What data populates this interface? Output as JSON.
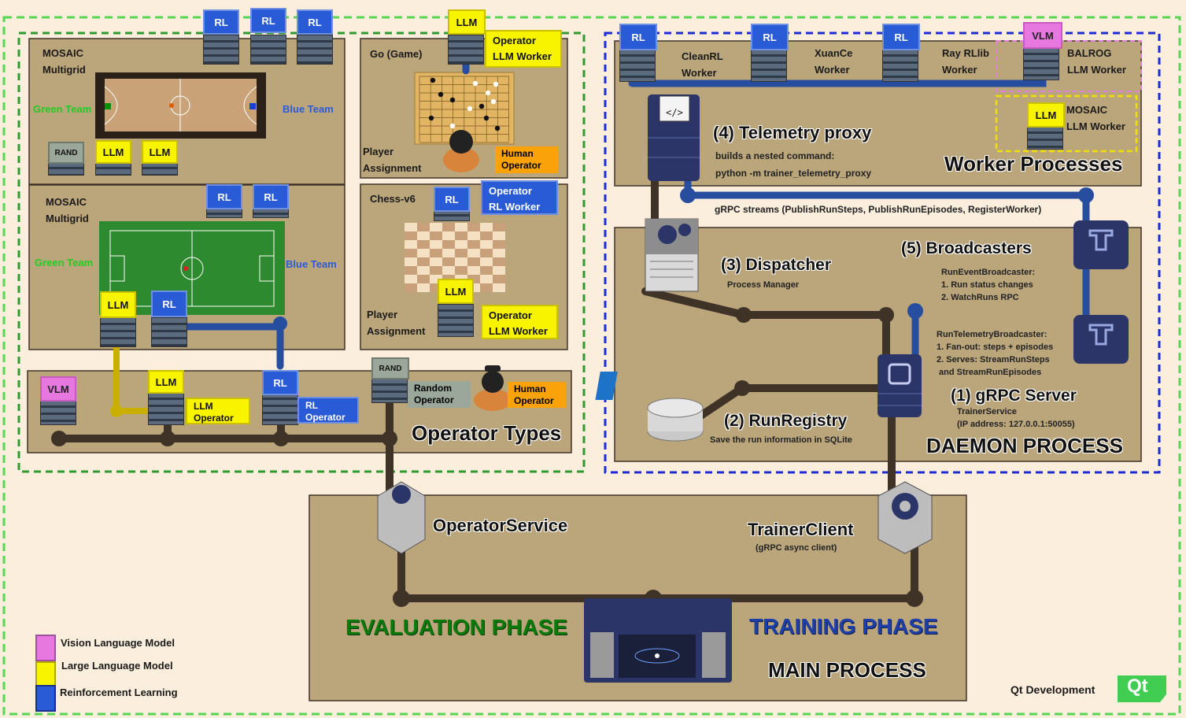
{
  "colors": {
    "background": "#fbeedd",
    "panel": "#bba67c",
    "rl": "#2a5bd7",
    "llm": "#f8f400",
    "vlm": "#e678e0",
    "orange": "#f9a20a",
    "pipe_dark": "#3f3328",
    "pipe_blue": "#274e9e",
    "green_border": "#3fbf3f",
    "blue_border": "#1e2bd4"
  },
  "mosaic1": {
    "title1": "MOSAIC",
    "title2": "Multigrid",
    "green_team": "Green Team",
    "blue_team": "Blue Team",
    "rand": "RAND",
    "llm": "LLM",
    "rl": "RL"
  },
  "mosaic2": {
    "title1": "MOSAIC",
    "title2": "Multigrid",
    "green_team": "Green Team",
    "blue_team": "Blue Team"
  },
  "go": {
    "title": "Go (Game)",
    "op1": "Operator",
    "op2": "LLM Worker",
    "player1": "Player",
    "player2": "Assignment",
    "human1": "Human",
    "human2": "Operator"
  },
  "chess": {
    "title": "Chess-v6",
    "op1": "Operator",
    "op2": "RL Worker",
    "player1": "Player",
    "player2": "Assignment",
    "op3": "Operator",
    "op4": "LLM Worker"
  },
  "operators": {
    "title": "Operator Types",
    "vlm": "VLM",
    "llm": "LLM",
    "rl": "RL",
    "rand": "RAND",
    "llm_op1": "LLM",
    "llm_op2": "Operator",
    "rl_op1": "RL",
    "rl_op2": "Operator",
    "rand1": "Random",
    "rand2": "Operator",
    "human1": "Human",
    "human2": "Operator"
  },
  "workers": {
    "title": "Worker Processes",
    "cleanrl1": "CleanRL",
    "cleanrl2": "Worker",
    "xuance1": "XuanCe",
    "xuance2": "Worker",
    "ray1": "Ray RLlib",
    "ray2": "Worker",
    "balrog1": "BALROG",
    "balrog2": "LLM Worker",
    "mosaic1": "MOSAIC",
    "mosaic2": "LLM Worker",
    "telemetry": "(4) Telemetry proxy",
    "telemetry_sub1": "builds a nested command:",
    "telemetry_sub2": "python -m trainer_telemetry_proxy",
    "grpc_streams": "gRPC streams  (PublishRunSteps, PublishRunEpisodes, RegisterWorker)"
  },
  "daemon": {
    "title": "DAEMON PROCESS",
    "dispatcher": "(3) Dispatcher",
    "dispatcher_sub": "Process Manager",
    "broadcasters": "(5)  Broadcasters",
    "run_event": "RunEventBroadcaster:",
    "run_event_1": "1. Run status changes",
    "run_event_2": "2. WatchRuns RPC",
    "run_tel": "RunTelemetryBroadcaster:",
    "run_tel_1": "1. Fan-out: steps + episodes",
    "run_tel_2": "2. Serves: StreamRunSteps",
    "run_tel_3": "and StreamRunEpisodes",
    "grpc_server": "(1)  gRPC Server",
    "grpc_sub1": "TrainerService",
    "grpc_sub2": "(IP address: 127.0.0.1:50055)",
    "registry": "(2)   RunRegistry",
    "registry_sub": "Save the run information in SQLite"
  },
  "main": {
    "operator_service": "OperatorService",
    "trainer_client": "TrainerClient",
    "trainer_client_sub": "(gRPC async client)",
    "evaluation": "EVALUATION PHASE",
    "training": "TRAINING PHASE",
    "main_process": "MAIN PROCESS"
  },
  "legend": {
    "vlm": "Vision Language Model",
    "llm": "Large Language Model",
    "rl": "Reinforcement Learning"
  },
  "footer": {
    "qt_dev": "Qt Development",
    "qt_logo": "Qt"
  }
}
